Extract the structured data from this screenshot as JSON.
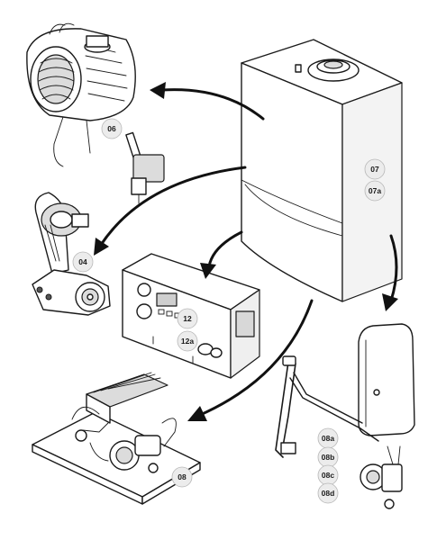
{
  "callouts": {
    "burner": "06",
    "casing": "07",
    "casing_alt": "07a",
    "fan_assembly": "04",
    "control_panel": "12",
    "control_panel_alt": "12a",
    "hydraulic_block": "08",
    "pipe_group_a": "08a",
    "pipe_group_b": "08b",
    "pipe_group_c": "08c",
    "pipe_group_d": "08d"
  }
}
